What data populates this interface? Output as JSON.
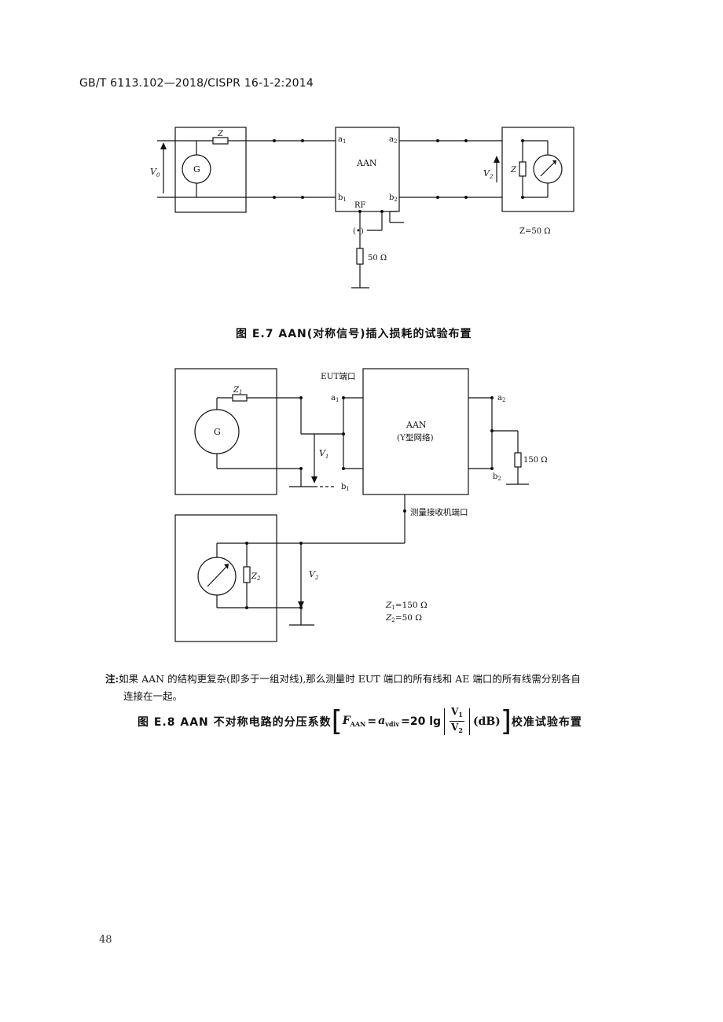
{
  "header": {
    "standard": "GB/T 6113.102—2018/CISPR 16-1-2:2014"
  },
  "figure_e7": {
    "caption": "图 E.7  AAN(对称信号)插入损耗的试验布置",
    "labels": {
      "z_top": "Z",
      "v0": "V",
      "v0_sub": "0",
      "g": "G",
      "aan": "AAN",
      "a1": "a",
      "a1_sub": "1",
      "b1": "b",
      "b1_sub": "1",
      "a2": "a",
      "a2_sub": "2",
      "b2": "b",
      "b2_sub": "2",
      "rf": "RF",
      "connector": "(•)",
      "r50": "50 Ω",
      "v2": "V",
      "v2_sub": "2",
      "z_meter": "Z",
      "z_value": "Z=50 Ω"
    }
  },
  "figure_e8": {
    "labels": {
      "eut_port": "EUT端口",
      "z1": "Z",
      "z1_sub": "1",
      "g": "G",
      "a1": "a",
      "a1_sub": "1",
      "b1": "b",
      "b1_sub": "1",
      "v1": "V",
      "v1_sub": "1",
      "aan": "AAN",
      "aan_sub": "(Y型网络)",
      "a2": "a",
      "a2_sub": "2",
      "b2": "b",
      "b2_sub": "2",
      "r150": "150 Ω",
      "receiver_port": "测量接收机端口",
      "z2": "Z",
      "z2_sub": "2",
      "v2": "V",
      "v2_sub": "2",
      "z1_value": "Z",
      "z1_value_sub": "1",
      "z1_value_rest": "=150 Ω",
      "z2_value": "Z",
      "z2_value_sub": "2",
      "z2_value_rest": "=50 Ω"
    },
    "note_label": "注:",
    "note_line1": "如果 AAN 的结构更复杂(即多于一组对线),那么测量时 EUT 端口的所有线和 AE 端口的所有线需分别各自",
    "note_line2": "连接在一起。",
    "caption_prefix": "图 E.8   AAN 不对称电路的分压系数",
    "formula": {
      "f": "F",
      "f_sub": "AAN",
      "eq1": "=",
      "a": "a",
      "a_sub": "vdiv",
      "eq2": "=20 lg",
      "num": "V",
      "num_sub": "1",
      "den": "V",
      "den_sub": "2",
      "unit": "(dB)"
    },
    "caption_suffix": "校准试验布置"
  },
  "page_number": "48"
}
